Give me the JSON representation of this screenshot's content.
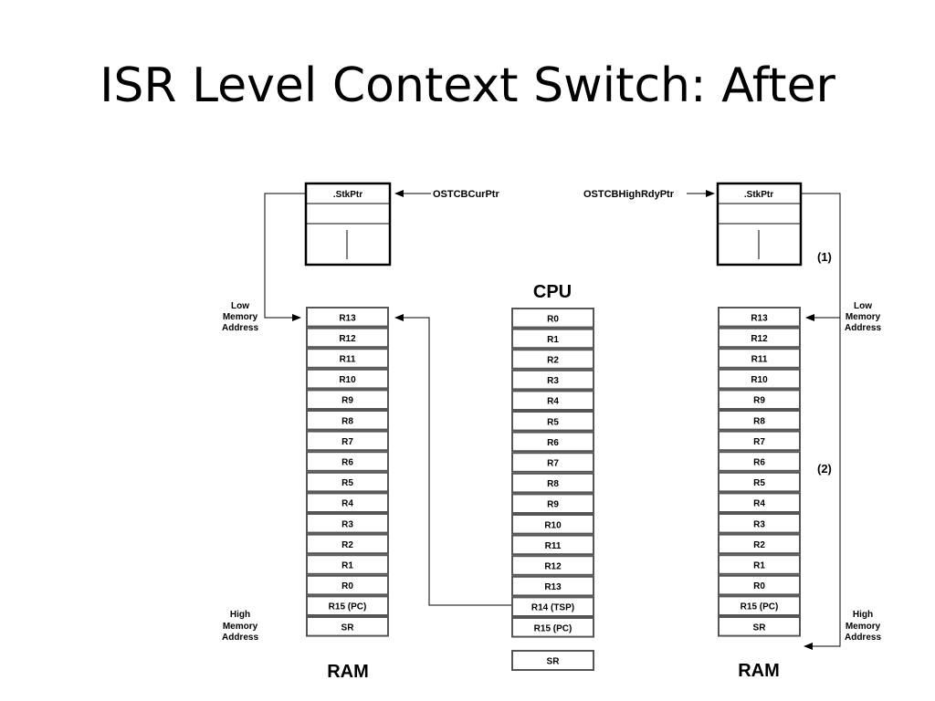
{
  "title": "ISR Level Context Switch: After",
  "cpu": {
    "label": "CPU",
    "registers": [
      "R0",
      "R1",
      "R2",
      "R3",
      "R4",
      "R5",
      "R6",
      "R7",
      "R8",
      "R9",
      "R10",
      "R11",
      "R12",
      "R13",
      "R14 (TSP)",
      "R15 (PC)"
    ],
    "sr": "SR"
  },
  "ram_left": {
    "label": "RAM",
    "cells": [
      "R13",
      "R12",
      "R11",
      "R10",
      "R9",
      "R8",
      "R7",
      "R6",
      "R5",
      "R4",
      "R3",
      "R2",
      "R1",
      "R0",
      "R15 (PC)",
      "SR"
    ],
    "tcb_field": ".StkPtr",
    "pointer": "OSTCBCurPtr",
    "low_label": [
      "Low",
      "Memory",
      "Address"
    ],
    "high_label": [
      "High",
      "Memory",
      "Address"
    ]
  },
  "ram_right": {
    "label": "RAM",
    "cells": [
      "R13",
      "R12",
      "R11",
      "R10",
      "R9",
      "R8",
      "R7",
      "R6",
      "R5",
      "R4",
      "R3",
      "R2",
      "R1",
      "R0",
      "R15 (PC)",
      "SR"
    ],
    "tcb_field": ".StkPtr",
    "pointer": "OSTCBHighRdyPtr",
    "low_label": [
      "Low",
      "Memory",
      "Address"
    ],
    "high_label": [
      "High",
      "Memory",
      "Address"
    ]
  },
  "steps": [
    "(1)",
    "(2)"
  ]
}
